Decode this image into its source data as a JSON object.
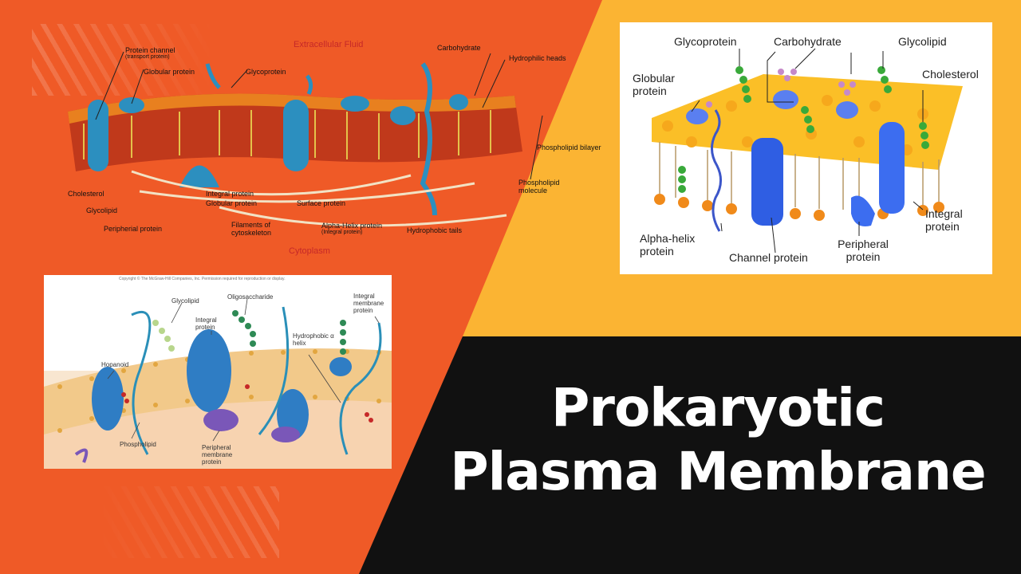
{
  "title": {
    "line1": "Prokaryotic",
    "line2": "Plasma Membrane"
  },
  "colors": {
    "orange": "#ef5a27",
    "yellow": "#fbb433",
    "black": "#111111",
    "white": "#ffffff"
  },
  "diagram_top_left": {
    "labels": {
      "extracellular": "Extracellular Fluid",
      "protein_channel": "Protein channel",
      "protein_channel_sub": "(transport protein)",
      "globular_protein": "Globular protein",
      "glycoprotein": "Glycoprotein",
      "carbohydrate": "Carbohydrate",
      "hydrophilic_heads": "Hydrophilic heads",
      "phospholipid_bilayer": "Phospholipid bilayer",
      "phospholipid_molecule": "Phospholipid molecule",
      "cholesterol": "Cholesterol",
      "glycolipid": "Glycolipid",
      "integral_protein": "Integral protein",
      "globular_protein2": "Globular protein",
      "surface_protein": "Surface protein",
      "filaments": "Filaments of cytoskeleton",
      "peripheral_protein": "Peripherial protein",
      "alpha_helix": "Alpha-Helix protein",
      "alpha_helix_sub": "(Integral protein)",
      "hydrophobic_tails": "Hydrophobic tails",
      "cytoplasm": "Cytoplasm"
    }
  },
  "diagram_right": {
    "labels": {
      "glycoprotein": "Glycoprotein",
      "carbohydrate": "Carbohydrate",
      "glycolipid": "Glycolipid",
      "globular": "Globular protein",
      "cholesterol": "Cholesterol",
      "integral": "Integral protein",
      "alpha_helix": "Alpha-helix protein",
      "channel": "Channel protein",
      "peripheral": "Peripheral protein"
    }
  },
  "diagram_bottom_left": {
    "copyright": "Copyright © The McGraw-Hill Companies, Inc. Permission required for reproduction or display.",
    "labels": {
      "glycolipid": "Glycolipid",
      "oligosaccharide": "Oligosaccharide",
      "integral_membrane": "Integral membrane protein",
      "integral_protein": "Integral protein",
      "hopanoid": "Hopanoid",
      "hydrophobic_helix": "Hydrophobic α helix",
      "phospholipid": "Phospholipid",
      "peripheral_membrane": "Peripheral membrane protein"
    }
  }
}
